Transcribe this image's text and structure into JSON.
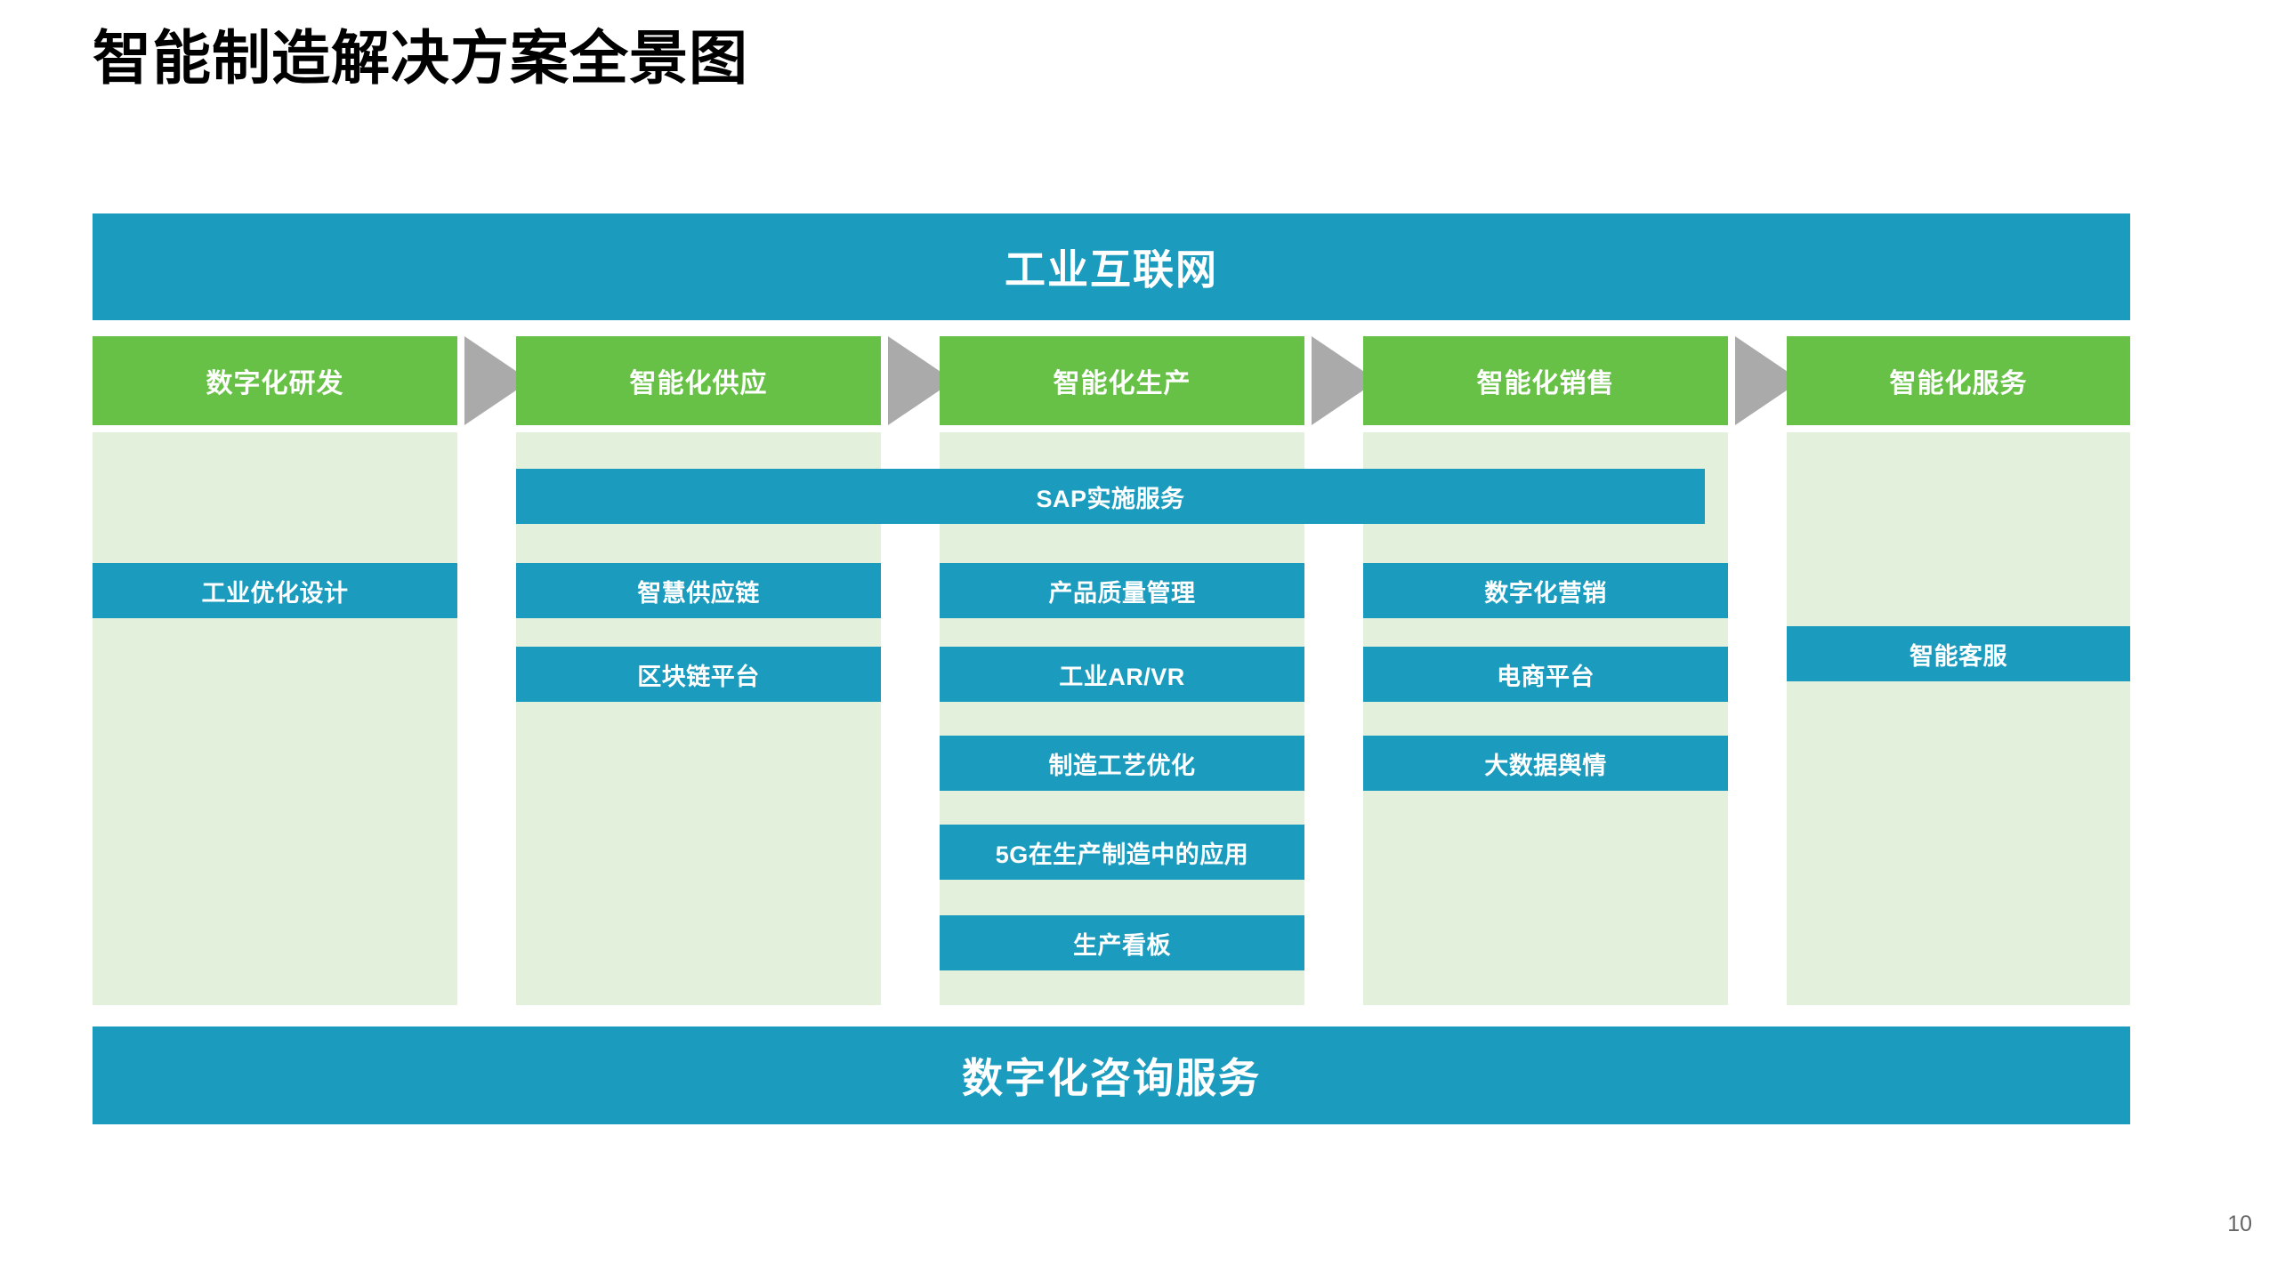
{
  "page": {
    "title": "智能制造解决方案全景图",
    "page_number": "10",
    "colors": {
      "blue": "#1B9CBE",
      "green": "#67C146",
      "light_green": "#E3F0DB",
      "arrow_gray": "#AAAAAA",
      "background": "#FFFFFF",
      "title_text": "#000000"
    }
  },
  "top_band": {
    "label": "工业互联网"
  },
  "bottom_band": {
    "label": "数字化咨询服务"
  },
  "spanning_bar": {
    "label": "SAP实施服务"
  },
  "columns": [
    {
      "header": "数字化研发",
      "items": [
        {
          "label": "工业优化设计"
        }
      ]
    },
    {
      "header": "智能化供应",
      "items": [
        {
          "label": "智慧供应链"
        },
        {
          "label": "区块链平台"
        }
      ]
    },
    {
      "header": "智能化生产",
      "items": [
        {
          "label": "产品质量管理"
        },
        {
          "label": "工业AR/VR"
        },
        {
          "label": "制造工艺优化"
        },
        {
          "label": "5G在生产制造中的应用"
        },
        {
          "label": "生产看板"
        }
      ]
    },
    {
      "header": "智能化销售",
      "items": [
        {
          "label": "数字化营销"
        },
        {
          "label": "电商平台"
        },
        {
          "label": "大数据舆情"
        }
      ]
    },
    {
      "header": "智能化服务",
      "items": [
        {
          "label": "智能客服"
        }
      ]
    }
  ],
  "arrows": [
    {
      "name": "arrow-1"
    },
    {
      "name": "arrow-2"
    },
    {
      "name": "arrow-3"
    },
    {
      "name": "arrow-4"
    }
  ]
}
